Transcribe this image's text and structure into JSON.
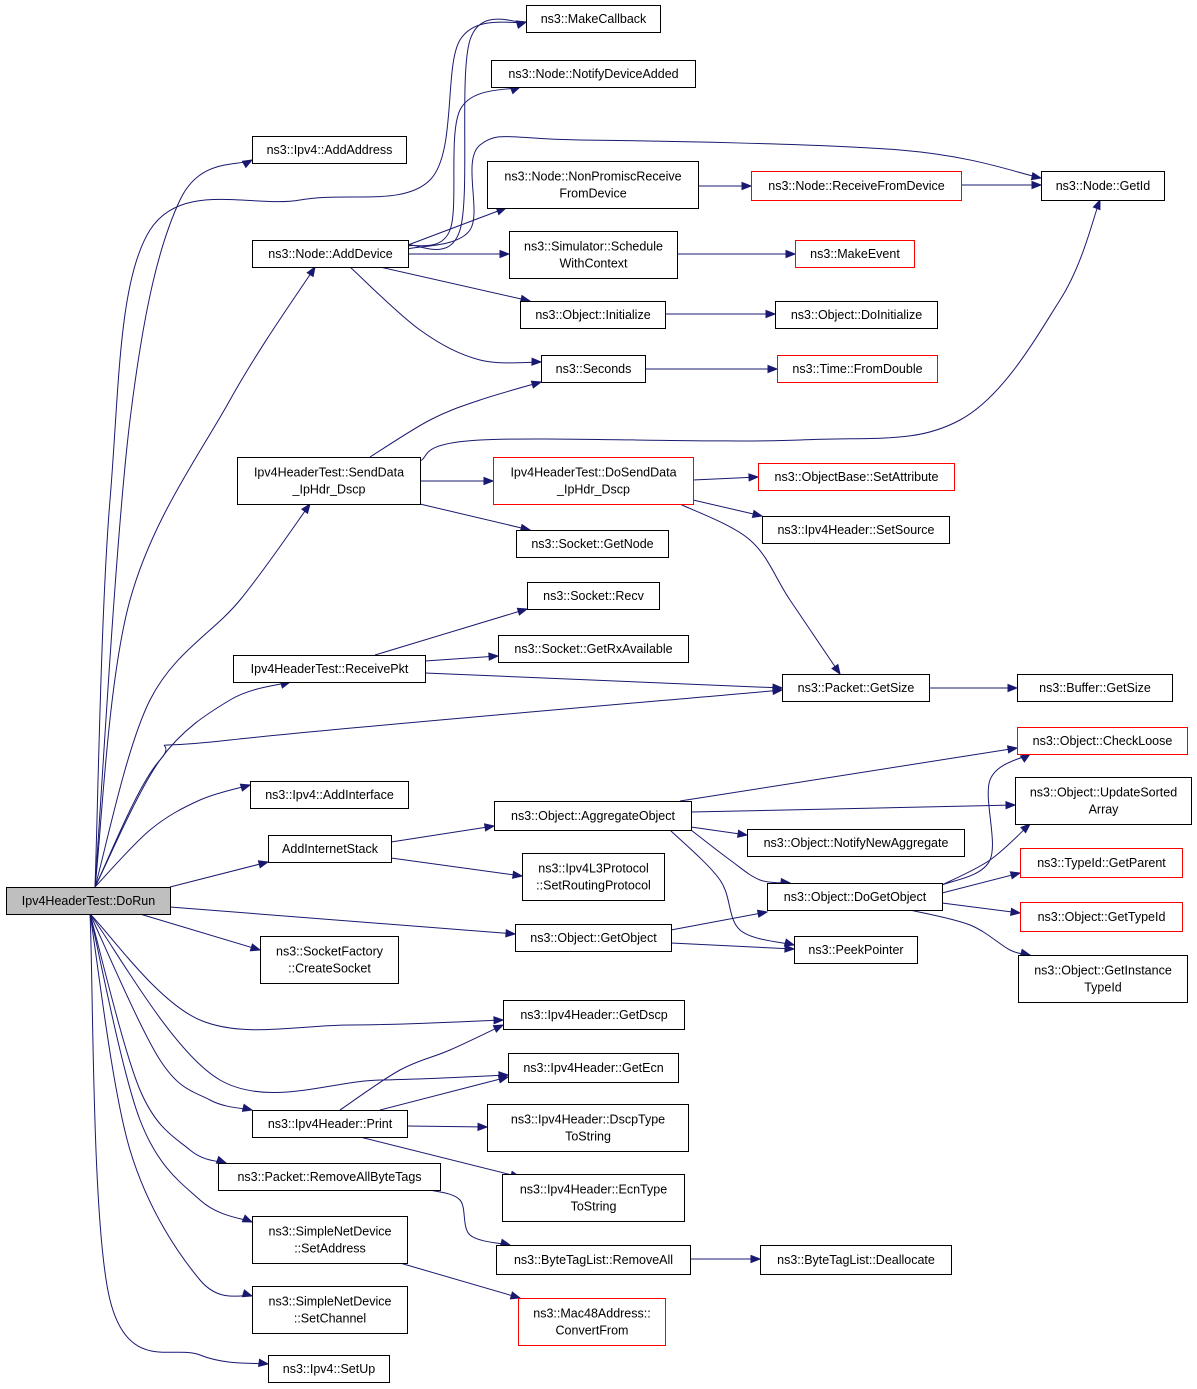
{
  "diagram": {
    "type": "call-graph",
    "colors": {
      "edge": "#191970",
      "truncated_border": "#ff0000",
      "root_fill": "#bfbfbf"
    },
    "nodes": {
      "dorun": {
        "lines": [
          "Ipv4HeaderTest::DoRun"
        ],
        "root": true
      },
      "makecb": {
        "lines": [
          "ns3::MakeCallback"
        ]
      },
      "notifydev": {
        "lines": [
          "ns3::Node::NotifyDeviceAdded"
        ]
      },
      "ipv4addaddr": {
        "lines": [
          "ns3::Ipv4::AddAddress"
        ]
      },
      "nonpromisc": {
        "lines": [
          "ns3::Node::NonPromiscReceive",
          "FromDevice"
        ]
      },
      "recvfromdev": {
        "lines": [
          "ns3::Node::ReceiveFromDevice"
        ],
        "truncated": true
      },
      "getid": {
        "lines": [
          "ns3::Node::GetId"
        ]
      },
      "adddevice": {
        "lines": [
          "ns3::Node::AddDevice"
        ]
      },
      "schedctx": {
        "lines": [
          "ns3::Simulator::Schedule",
          "WithContext"
        ]
      },
      "makeevent": {
        "lines": [
          "ns3::MakeEvent"
        ],
        "truncated": true
      },
      "objinit": {
        "lines": [
          "ns3::Object::Initialize"
        ]
      },
      "objdoinit": {
        "lines": [
          "ns3::Object::DoInitialize"
        ]
      },
      "seconds": {
        "lines": [
          "ns3::Seconds"
        ]
      },
      "fromdouble": {
        "lines": [
          "ns3::Time::FromDouble"
        ],
        "truncated": true
      },
      "senddata": {
        "lines": [
          "Ipv4HeaderTest::SendData",
          "_IpHdr_Dscp"
        ]
      },
      "dosenddata": {
        "lines": [
          "Ipv4HeaderTest::DoSendData",
          "_IpHdr_Dscp"
        ],
        "truncated": true
      },
      "setattr": {
        "lines": [
          "ns3::ObjectBase::SetAttribute"
        ],
        "truncated": true
      },
      "setsource": {
        "lines": [
          "ns3::Ipv4Header::SetSource"
        ]
      },
      "getnode": {
        "lines": [
          "ns3::Socket::GetNode"
        ]
      },
      "recv": {
        "lines": [
          "ns3::Socket::Recv"
        ]
      },
      "getrxavail": {
        "lines": [
          "ns3::Socket::GetRxAvailable"
        ]
      },
      "receivepkt": {
        "lines": [
          "Ipv4HeaderTest::ReceivePkt"
        ]
      },
      "pktgetsize": {
        "lines": [
          "ns3::Packet::GetSize"
        ]
      },
      "bufgetsize": {
        "lines": [
          "ns3::Buffer::GetSize"
        ]
      },
      "checkloose": {
        "lines": [
          "ns3::Object::CheckLoose"
        ],
        "truncated": true
      },
      "ipv4addif": {
        "lines": [
          "ns3::Ipv4::AddInterface"
        ]
      },
      "aggobj": {
        "lines": [
          "ns3::Object::AggregateObject"
        ]
      },
      "updsorted": {
        "lines": [
          "ns3::Object::UpdateSorted",
          "Array"
        ]
      },
      "notifynew": {
        "lines": [
          "ns3::Object::NotifyNewAggregate"
        ]
      },
      "addinet": {
        "lines": [
          "AddInternetStack"
        ]
      },
      "setrouting": {
        "lines": [
          "ns3::Ipv4L3Protocol",
          "::SetRoutingProtocol"
        ]
      },
      "getparent": {
        "lines": [
          "ns3::TypeId::GetParent"
        ],
        "truncated": true
      },
      "dogetobj": {
        "lines": [
          "ns3::Object::DoGetObject"
        ]
      },
      "gettypeid": {
        "lines": [
          "ns3::Object::GetTypeId"
        ],
        "truncated": true
      },
      "getobj": {
        "lines": [
          "ns3::Object::GetObject"
        ]
      },
      "peekptr": {
        "lines": [
          "ns3::PeekPointer"
        ]
      },
      "sockcreate": {
        "lines": [
          "ns3::SocketFactory",
          "::CreateSocket"
        ]
      },
      "getinsttid": {
        "lines": [
          "ns3::Object::GetInstance",
          "TypeId"
        ]
      },
      "getdscp": {
        "lines": [
          "ns3::Ipv4Header::GetDscp"
        ]
      },
      "getecn": {
        "lines": [
          "ns3::Ipv4Header::GetEcn"
        ]
      },
      "print": {
        "lines": [
          "ns3::Ipv4Header::Print"
        ]
      },
      "dscptostr": {
        "lines": [
          "ns3::Ipv4Header::DscpType",
          "ToString"
        ]
      },
      "rmallbyte": {
        "lines": [
          "ns3::Packet::RemoveAllByteTags"
        ]
      },
      "ecntostr": {
        "lines": [
          "ns3::Ipv4Header::EcnType",
          "ToString"
        ]
      },
      "setaddress": {
        "lines": [
          "ns3::SimpleNetDevice",
          "::SetAddress"
        ]
      },
      "btlrmall": {
        "lines": [
          "ns3::ByteTagList::RemoveAll"
        ]
      },
      "btldealloc": {
        "lines": [
          "ns3::ByteTagList::Deallocate"
        ]
      },
      "convfrom": {
        "lines": [
          "ns3::Mac48Address::",
          "ConvertFrom"
        ],
        "truncated": true
      },
      "setchannel": {
        "lines": [
          "ns3::SimpleNetDevice",
          "::SetChannel"
        ]
      },
      "setup": {
        "lines": [
          "ns3::Ipv4::SetUp"
        ]
      }
    },
    "edges": [
      [
        "dorun",
        "ipv4addaddr"
      ],
      [
        "dorun",
        "makecb"
      ],
      [
        "dorun",
        "adddevice"
      ],
      [
        "dorun",
        "senddata"
      ],
      [
        "dorun",
        "receivepkt"
      ],
      [
        "dorun",
        "pktgetsize"
      ],
      [
        "dorun",
        "ipv4addif"
      ],
      [
        "dorun",
        "addinet"
      ],
      [
        "dorun",
        "getobj"
      ],
      [
        "dorun",
        "sockcreate"
      ],
      [
        "dorun",
        "getdscp"
      ],
      [
        "dorun",
        "getecn"
      ],
      [
        "dorun",
        "print"
      ],
      [
        "dorun",
        "rmallbyte"
      ],
      [
        "dorun",
        "setaddress"
      ],
      [
        "dorun",
        "setchannel"
      ],
      [
        "dorun",
        "setup"
      ],
      [
        "adddevice",
        "makecb"
      ],
      [
        "adddevice",
        "notifydev"
      ],
      [
        "adddevice",
        "getid"
      ],
      [
        "adddevice",
        "nonpromisc"
      ],
      [
        "adddevice",
        "schedctx"
      ],
      [
        "adddevice",
        "objinit"
      ],
      [
        "adddevice",
        "seconds"
      ],
      [
        "nonpromisc",
        "recvfromdev"
      ],
      [
        "recvfromdev",
        "getid"
      ],
      [
        "schedctx",
        "makeevent"
      ],
      [
        "objinit",
        "objdoinit"
      ],
      [
        "seconds",
        "fromdouble"
      ],
      [
        "senddata",
        "seconds"
      ],
      [
        "senddata",
        "getid"
      ],
      [
        "senddata",
        "dosenddata"
      ],
      [
        "senddata",
        "getnode"
      ],
      [
        "dosenddata",
        "setattr"
      ],
      [
        "dosenddata",
        "setsource"
      ],
      [
        "dosenddata",
        "pktgetsize"
      ],
      [
        "receivepkt",
        "recv"
      ],
      [
        "receivepkt",
        "getrxavail"
      ],
      [
        "receivepkt",
        "pktgetsize"
      ],
      [
        "pktgetsize",
        "bufgetsize"
      ],
      [
        "addinet",
        "aggobj"
      ],
      [
        "addinet",
        "setrouting"
      ],
      [
        "aggobj",
        "checkloose"
      ],
      [
        "aggobj",
        "updsorted"
      ],
      [
        "aggobj",
        "notifynew"
      ],
      [
        "aggobj",
        "dogetobj"
      ],
      [
        "aggobj",
        "peekptr"
      ],
      [
        "dogetobj",
        "checkloose"
      ],
      [
        "dogetobj",
        "updsorted"
      ],
      [
        "dogetobj",
        "getparent"
      ],
      [
        "dogetobj",
        "gettypeid"
      ],
      [
        "dogetobj",
        "getinsttid"
      ],
      [
        "getobj",
        "dogetobj"
      ],
      [
        "getobj",
        "peekptr"
      ],
      [
        "print",
        "getdscp"
      ],
      [
        "print",
        "getecn"
      ],
      [
        "print",
        "dscptostr"
      ],
      [
        "print",
        "ecntostr"
      ],
      [
        "rmallbyte",
        "btlrmall"
      ],
      [
        "btlrmall",
        "btldealloc"
      ],
      [
        "setaddress",
        "convfrom"
      ]
    ]
  }
}
